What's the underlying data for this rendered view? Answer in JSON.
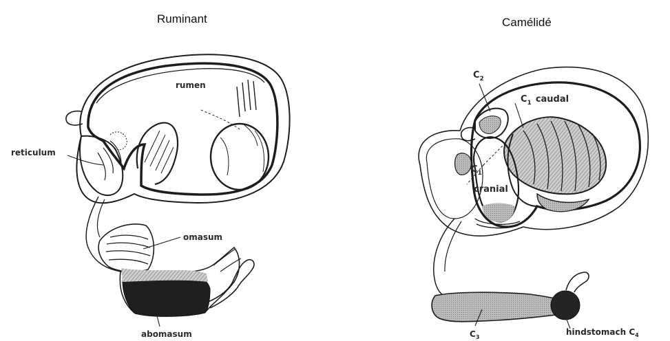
{
  "titles": {
    "left": "Ruminant",
    "right": "Camélidé"
  },
  "ruminant": {
    "rumen": "rumen",
    "reticulum": "reticulum",
    "omasum": "omasum",
    "abomasum": "abomasum"
  },
  "camelid": {
    "c2": "C",
    "c2_sub": "2",
    "c1_caudal": "C",
    "c1_caudal_sub": "1",
    "caudal": "caudal",
    "c1_cranial": "C",
    "c1_cranial_sub": "1",
    "cranial": "cranial",
    "c3": "C",
    "c3_sub": "3",
    "hindstomach": "hindstomach C",
    "hindstomach_sub": "4"
  }
}
